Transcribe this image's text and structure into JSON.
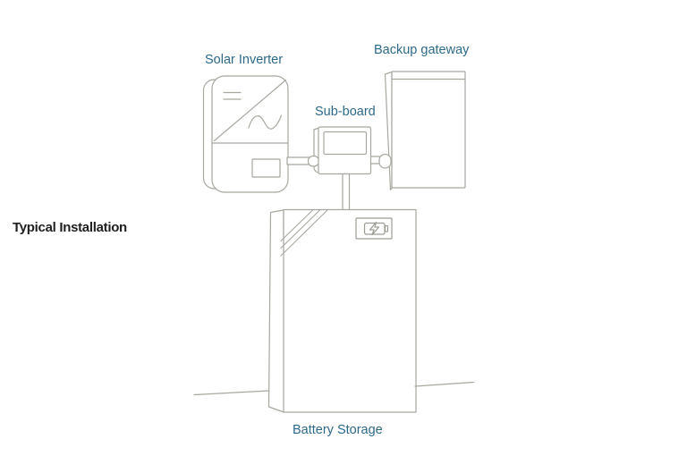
{
  "title": "Typical Installation",
  "diagram": {
    "components": {
      "solar_inverter": {
        "label": "Solar Inverter"
      },
      "backup_gateway": {
        "label": "Backup gateway"
      },
      "sub_board": {
        "label": "Sub-board"
      },
      "battery_storage": {
        "label": "Battery Storage",
        "icon": "battery-charging-icon"
      }
    },
    "connections": [
      "solar-inverter to sub-board",
      "sub-board to backup-gateway",
      "sub-board to battery-storage"
    ]
  },
  "colors": {
    "background": "#ffffff",
    "line": "#a7a89f",
    "icon_line": "#9b9d93",
    "label_text": "#2d6a8a",
    "title_text": "#1f1f1f"
  }
}
